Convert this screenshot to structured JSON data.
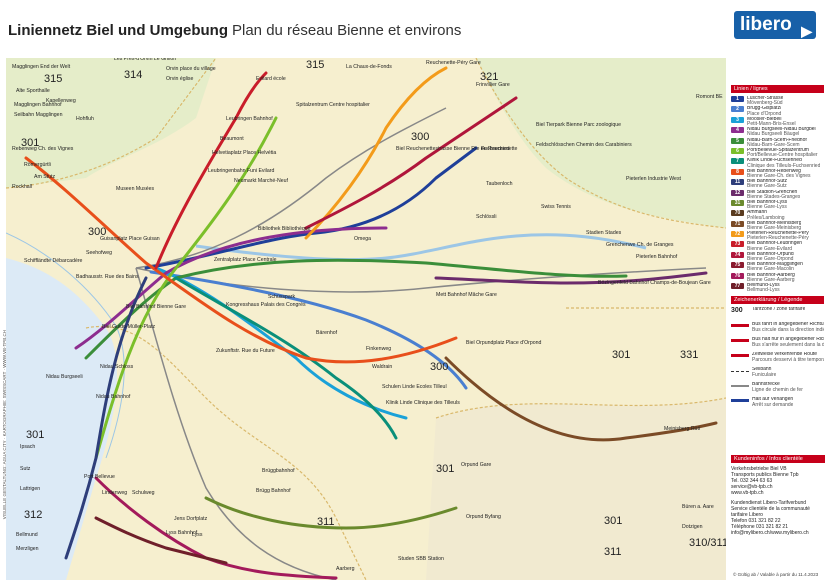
{
  "header": {
    "title": "Liniennetz Biel und Umgebung",
    "subtitle": "Plan du réseau Bienne et environs",
    "logo": "libero"
  },
  "legend": {
    "lines_title": "Linien / lignes",
    "lines": [
      {
        "n": "1",
        "color": "#1f3f99",
        "t1": "Lüscher-Strasse",
        "t2": "Mövenberg-Süd"
      },
      {
        "n": "2",
        "color": "#4a7fd0",
        "t1": "Brügg-Gisplatz/",
        "t2": "Place d'Orpond"
      },
      {
        "n": "3",
        "color": "#1aa1d8",
        "t1": "Möösler-Biebeli",
        "t2": "Petit-Mann-Bris-Ensel"
      },
      {
        "n": "4",
        "color": "#8d2d8f",
        "t1": "Nidau Burgseeli-Nidau Burgbel",
        "t2": "Nidau Burgseeli Bäugel"
      },
      {
        "n": "5",
        "color": "#3b8e3a",
        "t1": "Nidau-Barn-Scem-Friedhof",
        "t2": "Nidau-Barn-Gare-Scem"
      },
      {
        "n": "6",
        "color": "#7bbf2a",
        "t1": "Port/Bellevue-Spitalzentrum",
        "t2": "Port/Bellevue-Centre hospitalier"
      },
      {
        "n": "7",
        "color": "#0a8f7a",
        "t1": "Klinik Linde-Fuchsenried",
        "t2": "Clinique des Tilleuls-Fuchsenried"
      },
      {
        "n": "8",
        "color": "#e84f1b",
        "t1": "Biel Bahnhof-Rebenweg",
        "t2": "Bienne Gare-Ch. des Vignes"
      },
      {
        "n": "11",
        "color": "#2e3e7a",
        "t1": "Biel Bahnhof-Sutz",
        "t2": "Bienne Gare-Sutz"
      },
      {
        "n": "12",
        "color": "#6b2b6b",
        "t1": "Biel Stadion-Grenchen",
        "t2": "Bienne Stades-Granges"
      },
      {
        "n": "31",
        "color": "#6a8a2d",
        "t1": "Biel Bahnhof-Lyss",
        "t2": "Bienne Gare-Lyss"
      },
      {
        "n": "70",
        "color": "#5a3b1f",
        "t1": "Ammann",
        "t2": "Prêles/Lamboing"
      },
      {
        "n": "71",
        "color": "#7b4b26",
        "t1": "Biel Bahnhof-Meinisberg",
        "t2": "Bienne Gare-Meinisberg"
      },
      {
        "n": "72",
        "color": "#f39b1a",
        "t1": "Pieterlen-Reuchenette-Péry",
        "t2": "Pieterlen-Reuchenette-Péry"
      },
      {
        "n": "73",
        "color": "#c91d2a",
        "t1": "Biel Bahnhof-Leubringen",
        "t2": "Bienne Gare-Evilard"
      },
      {
        "n": "74",
        "color": "#b0163b",
        "t1": "Biel Bahnhof-Orpund",
        "t2": "Bienne Gare-Orpond"
      },
      {
        "n": "75",
        "color": "#8a1a2f",
        "t1": "Biel Bahnhof-Magglingen",
        "t2": "Bienne Gare-Macolin"
      },
      {
        "n": "76",
        "color": "#a31a5b",
        "t1": "Biel Bahnhof-Aarberg",
        "t2": "Bienne Gare-Aarberg"
      },
      {
        "n": "77",
        "color": "#6f1f2a",
        "t1": "Bellmund-Lyss",
        "t2": "Bellmund-Lyss"
      }
    ],
    "symbols_title": "Zeichenerklärung / Légende",
    "symbols": [
      {
        "k": "zone",
        "t1": "Tarifzone / zone tarifaire",
        "v": "300"
      },
      {
        "k": "one-way",
        "t1": "Bus fährt in angegebener Richtung",
        "t2": "Bus circule dans la direction indiquée"
      },
      {
        "k": "stop",
        "t1": "Bus hält nur in angegebener Richtung",
        "t2": "Bus s'arrête seulement dans la direction indiquée"
      },
      {
        "k": "terminus",
        "t1": "Zeitweise verkehrende Route",
        "t2": "Parcours desservi à titre temporaire"
      },
      {
        "k": "cable",
        "t1": "Seilbahn",
        "t2": "Funiculaire"
      },
      {
        "k": "rail",
        "t1": "Bahnstrecke",
        "t2": "Ligne de chemin de fer"
      },
      {
        "k": "halt",
        "t1": "Halt auf Verlangen",
        "t2": "Arrêt sur demande"
      }
    ],
    "contact_title": "Kundeninfos / Infos clientèle",
    "contact": [
      "Verkehrsbetriebe Biel VB",
      "Transports publics Bienne Tpb",
      "Tel. 032 344 63 63",
      "service@vb-tpb.ch",
      "www.vb-tpb.ch",
      "Kundendienst Libero-Tarifverbund",
      "Service clientèle de la communauté tarifaire Libero",
      "Telefon 031 321 82 22",
      "Téléphone 031 321 82 21",
      "info@mylibero.ch/www.mylibero.ch"
    ],
    "copyright": "© Gültig ab / Valable à partir du 11.4.2023"
  },
  "side_note": "VISUELLE GESTALTUNG: AGUA CITY · KARTOGRAPHIE: SWISSCART · WWW.VB-TPB.CH",
  "zones": [
    "315",
    "314",
    "315",
    "321",
    "301",
    "300",
    "300",
    "301",
    "331",
    "301",
    "300",
    "301",
    "311",
    "301",
    "311",
    "310/311",
    "312"
  ],
  "stops": [
    "Magglingen End der Welt",
    "Les Prés-d'Orvin Le Grillon",
    "Orvin place du village",
    "Orvin église",
    "Evilard école",
    "La Chaux-de-Fonds",
    "Reuchenette-Péry Gare",
    "Alte Sporthalle",
    "Magglingen Bahnhof",
    "Kapellenweg",
    "Seilbahn Magglingen",
    "Hohfluh",
    "Rebenweg Ch. des Vignes",
    "Römergürtli",
    "Am Stutz",
    "Rockhall",
    "Leubringen Bahnhof",
    "Spitalzentrum Centre hospitalier",
    "Beaumont",
    "Helvetiaplatz Place Helvétia",
    "Leubringenbahn Funi Evilard",
    "Biel Reuchenettestrasse Bienne Rte de Reuchenette",
    "Fuchsenried",
    "Feldschlösschen Chemin des Carabiniers",
    "Biel Tierpark Bienne Parc zoologique",
    "Frinvillier Gare",
    "Pieterlen Industrie West",
    "Romont BE",
    "Museen Musées",
    "Neumarkt Marché-Neuf",
    "Guisanplatz Place Guisan",
    "Zentralplatz Place Centrale",
    "Bibliothek Bibliothèque",
    "Omega",
    "Taubenloch",
    "Schlössli",
    "Swiss Tennis",
    "Stadien Stades",
    "Grenchenwe Ch. de Granges",
    "Pieterlen Bahnhof",
    "Schiffländte Débarcadère",
    "Seehofweg",
    "Badhausstr. Rue des Bains",
    "Biel Bahnhof Bienne Gare",
    "Mett Bahnhof Mâche Gare",
    "Bözingenfeld Bahnhof Champs-de-Boujean Gare",
    "Biel Guido-Müller-Platz",
    "Kongresshaus Palais des Congrès",
    "Schüsspark",
    "Bärenhof",
    "Finkenweg",
    "Waldrain",
    "Schulen Linde Ecoles Tilleul",
    "Klinik Linde Clinique des Tilleuls",
    "Biel Orpundplatz Place d'Orpond",
    "Zukunftstr. Rue du Future",
    "Nidau Bahnhof",
    "Nidau Burgseeli",
    "Nidau Schloss",
    "Brüggbahnhof",
    "Brügg Bahnhof",
    "Orpund Byfang",
    "Orpund Gare",
    "Port Bellevue",
    "Lindenweg",
    "Schulweg",
    "Ipsach",
    "Sutz",
    "Lattrigen",
    "Jens Dorfplatz",
    "Bellmund",
    "Merzligen",
    "Lyss",
    "Aarberg",
    "Studen SBB Station",
    "Büren a. Aare",
    "Meinisberg Rüti",
    "Dotzigen",
    "Lyss Bahnhof"
  ]
}
